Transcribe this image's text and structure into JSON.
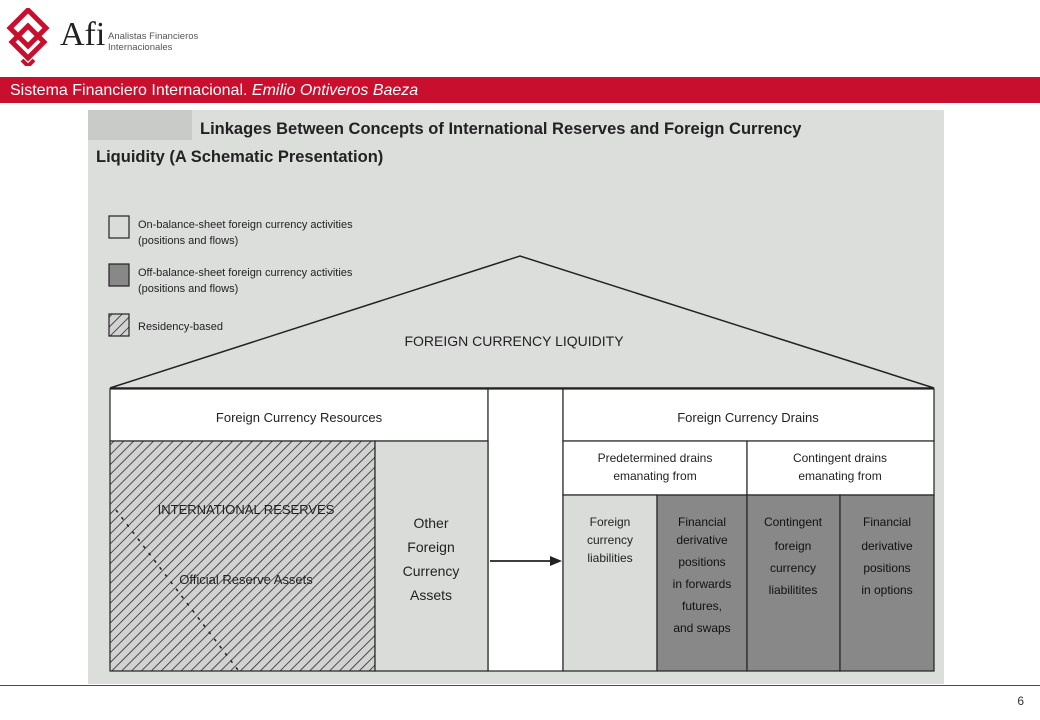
{
  "header": {
    "logo_word": "Afi",
    "logo_sub_line1": "Analistas Financieros",
    "logo_sub_line2": "Internacionales",
    "banner_plain": "Sistema Financiero Internacional. ",
    "banner_italic": "Emilio Ontiveros Baeza"
  },
  "diagram": {
    "title_line1": "Linkages Between Concepts of International Reserves and Foreign Currency",
    "title_line2": "Liquidity (A Schematic Presentation)",
    "legend": [
      {
        "line1": "On-balance-sheet foreign currency activities",
        "line2": "(positions and flows)"
      },
      {
        "line1": "Off-balance-sheet foreign currency activities",
        "line2": "(positions and flows)"
      },
      {
        "line1": "Residency-based",
        "line2": ""
      }
    ],
    "roof_label": "FOREIGN CURRENCY LIQUIDITY",
    "resources_label": "Foreign Currency Resources",
    "drains_label": "Foreign Currency Drains",
    "predetermined_line1": "Predetermined drains",
    "predetermined_line2": "emanating from",
    "contingent_line1": "Contingent drains",
    "contingent_line2": "emanating from",
    "reserves_label": "INTERNATIONAL RESERVES",
    "official_label": "Official Reserve Assets",
    "other_assets": [
      "Other",
      "Foreign",
      "Currency",
      "Assets"
    ],
    "col_foreign_liab": [
      "Foreign",
      "currency",
      "liabilities"
    ],
    "col_fin_deriv_fwd": [
      "Financial",
      "derivative",
      "positions",
      "in forwards",
      "futures,",
      "and swaps"
    ],
    "col_contingent_liab": [
      "Contingent",
      "foreign",
      "currency",
      "liabilitites"
    ],
    "col_fin_deriv_opt": [
      "Financial",
      "derivative",
      "positions",
      "in options"
    ]
  },
  "colors": {
    "accent": "#c8102e",
    "light_fill": "#d9dcd9",
    "dark_fill": "#888888"
  },
  "footer": {
    "page_number": "6"
  }
}
